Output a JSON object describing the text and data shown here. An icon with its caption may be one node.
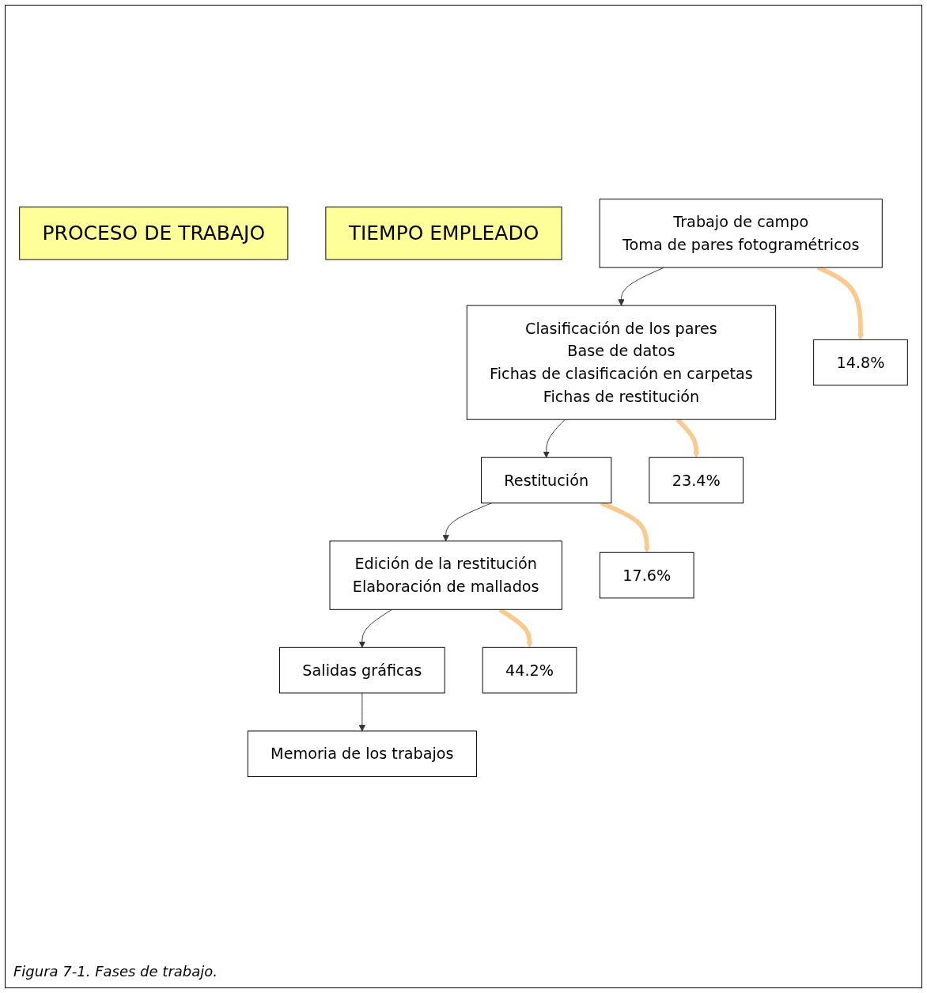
{
  "diagram": {
    "caption": "Figura 7-1. Fases de trabajo.",
    "nodes": [
      {
        "text": [
          "PROCESO DE TRABAJO"
        ]
      },
      {
        "text": [
          "TIEMPO EMPLEADO"
        ]
      },
      {
        "text": [
          "Trabajo de campo",
          "Toma de pares fotogramétricos"
        ]
      },
      {
        "text": [
          "Clasificación de los pares",
          "Base de datos",
          "Fichas de clasificación en carpetas",
          "Fichas de restitución"
        ]
      },
      {
        "text": [
          "Restitución"
        ]
      },
      {
        "text": [
          "Edición de la restitución",
          "Elaboración de mallados"
        ]
      },
      {
        "text": [
          "Salidas gráficas"
        ]
      },
      {
        "text": [
          "Memoria de los trabajos"
        ]
      },
      {
        "text": [
          "14.8%"
        ]
      },
      {
        "text": [
          "23.4%"
        ]
      },
      {
        "text": [
          "17.6%"
        ]
      },
      {
        "text": [
          "44.2%"
        ]
      }
    ],
    "edges": [
      {
        "from": 2,
        "to": 3,
        "arrow": "to"
      },
      {
        "from": 3,
        "to": 4,
        "arrow": "to"
      },
      {
        "from": 4,
        "to": 5,
        "arrow": "to"
      },
      {
        "from": 5,
        "to": 6,
        "arrow": "to"
      },
      {
        "from": 6,
        "to": 7,
        "arrow": "to"
      },
      {
        "from": 2,
        "to": 8,
        "arrow": "to",
        "style": "thick",
        "color": "#fbc98e"
      },
      {
        "from": 3,
        "to": 9,
        "arrow": "to",
        "style": "thick",
        "color": "#fbc98e"
      },
      {
        "from": 4,
        "to": 10,
        "arrow": "to",
        "style": "thick",
        "color": "#fbc98e"
      },
      {
        "from": 5,
        "to": 11,
        "arrow": "to",
        "style": "thick",
        "color": "#fbc98e"
      }
    ]
  }
}
